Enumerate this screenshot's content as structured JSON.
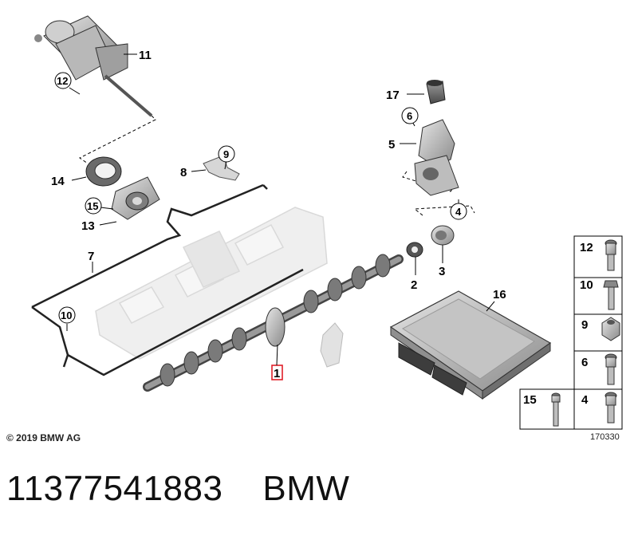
{
  "callouts": {
    "c1": "1",
    "c2": "2",
    "c3": "3",
    "c4": "4",
    "c5": "5",
    "c6": "6",
    "c7": "7",
    "c8": "8",
    "c9": "9",
    "c10": "10",
    "c11": "11",
    "c12": "12",
    "c13": "13",
    "c14": "14",
    "c15": "15",
    "c16": "16",
    "c17": "17"
  },
  "fastener_table": {
    "rows": [
      {
        "label": "12"
      },
      {
        "label": "10"
      },
      {
        "label": "9"
      },
      {
        "label": "6"
      },
      {
        "label": "15"
      },
      {
        "label": "4"
      }
    ]
  },
  "copyright": "© 2019 BMW AG",
  "diagram_number": "170330",
  "footer": {
    "part_number": "11377541883",
    "brand": "BMW"
  },
  "colors": {
    "highlight": "#e0202a",
    "line": "#000000",
    "part_fill": "#c9c9c9",
    "part_dark": "#6e6e6e",
    "ghost": "#e8e8e8"
  }
}
